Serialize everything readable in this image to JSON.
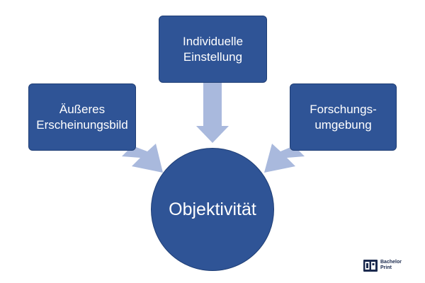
{
  "diagram": {
    "center_label": "Objektivität",
    "boxes": {
      "top": {
        "line1": "Individuelle",
        "line2": "Einstellung"
      },
      "left": {
        "line1": "Äußeres",
        "line2": "Erscheinungsbild"
      },
      "right": {
        "line1": "Forschungs-",
        "line2": "umgebung"
      }
    }
  },
  "logo": {
    "line1": "Bachelor",
    "line2": "Print"
  },
  "colors": {
    "box_fill": "#2f5496",
    "arrow_fill": "#a9b9dd",
    "text": "#ffffff"
  },
  "icons": [
    "arrow-down-icon",
    "arrow-diagonal-icon",
    "bachelorprint-logo-icon"
  ]
}
